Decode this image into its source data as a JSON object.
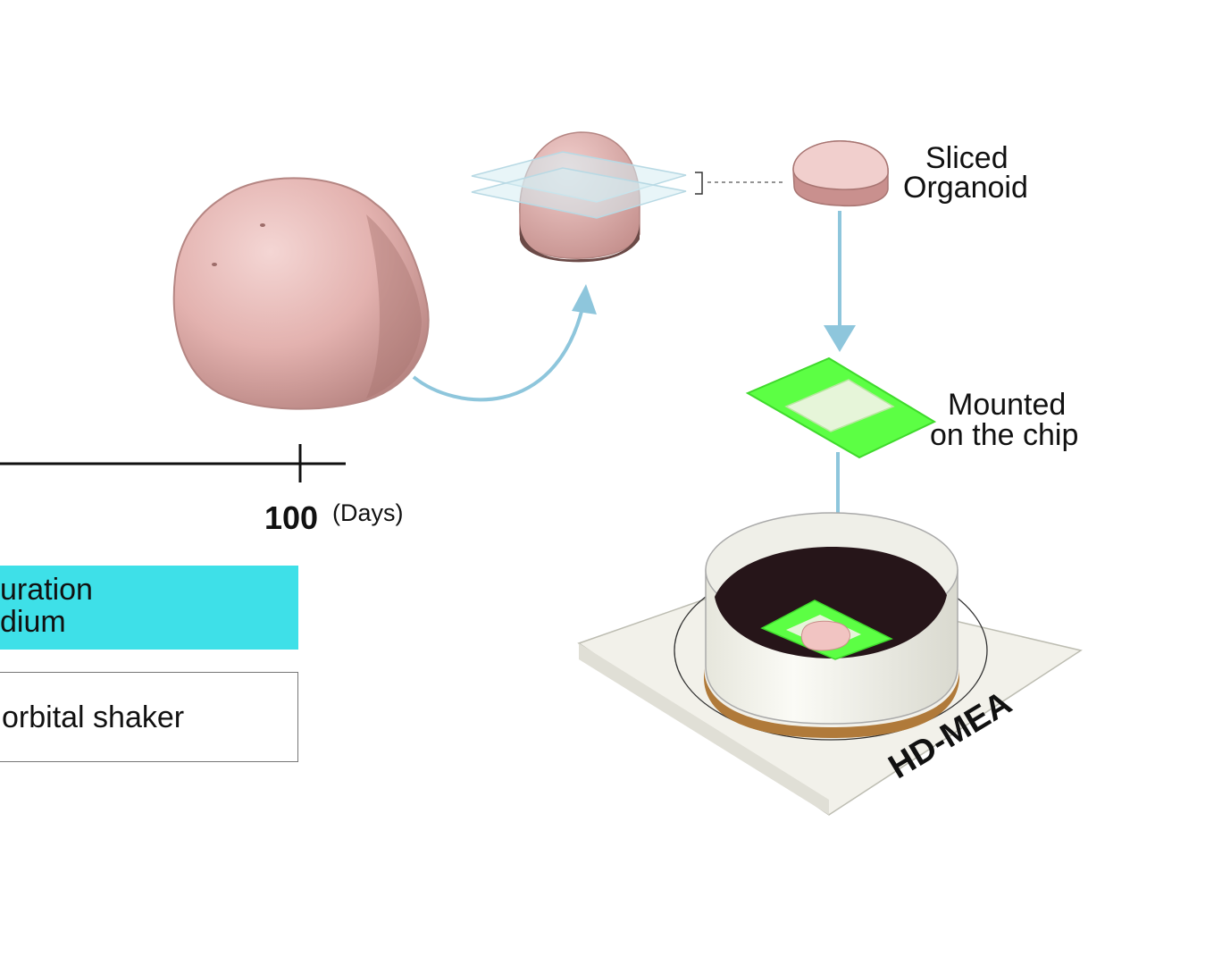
{
  "timeline": {
    "tick_value": "100",
    "unit": "(Days)"
  },
  "bars": {
    "media_line1": "uration",
    "media_line2": "dium",
    "shaker": "orbital shaker"
  },
  "labels": {
    "sliced_line1": "Sliced",
    "sliced_line2": "Organoid",
    "mounted_line1": "Mounted",
    "mounted_line2": "on the chip",
    "hdmea": "HD-MEA"
  },
  "colors": {
    "media_bar": "#3ee0e8",
    "chip_green": "#5cff44",
    "arrow_blue": "#8ec6dc",
    "organoid_pink": "#e9b8b6",
    "well_dark": "#261519"
  }
}
